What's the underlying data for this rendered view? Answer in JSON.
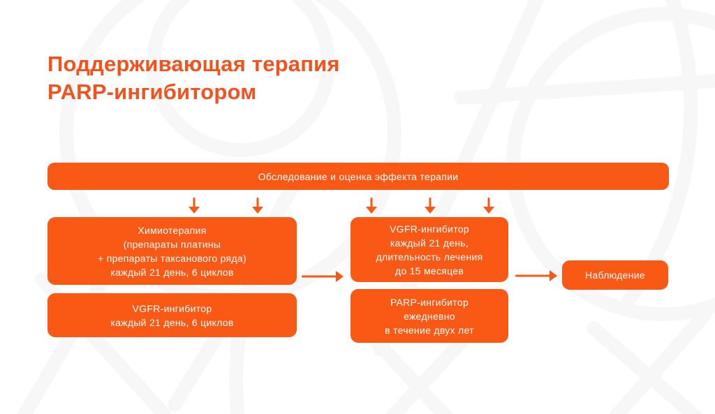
{
  "colors": {
    "accent_orange": "#F95815",
    "title_orange": "#F2521D",
    "box_text": "#FFFFFF",
    "background": "#FFFFFF",
    "watermark_gray": "#F7F7F8"
  },
  "title": {
    "text": "Поддерживающая терапия\nPARP-ингибитором"
  },
  "diagram": {
    "banner": {
      "label": "Обследование и оценка эффекта терапии"
    },
    "boxes": {
      "chemo": {
        "label": "Химиотерапия\n(препараты платины\n+ препараты таксанового ряда)\nкаждый 21 день, 6 циклов"
      },
      "vgfr_6_cycles": {
        "label": "VGFR-ингибитор\nкаждый 21 день, 6 циклов"
      },
      "vgfr_15_months": {
        "label": "VGFR-ингибитор\nкаждый 21 день,\nдлительность лечения\nдо 15 месяцев"
      },
      "parp_daily": {
        "label": "PARP-ингибитор\nежедневно\nв течение двух лет"
      },
      "observation": {
        "label": "Наблюдение"
      }
    }
  }
}
